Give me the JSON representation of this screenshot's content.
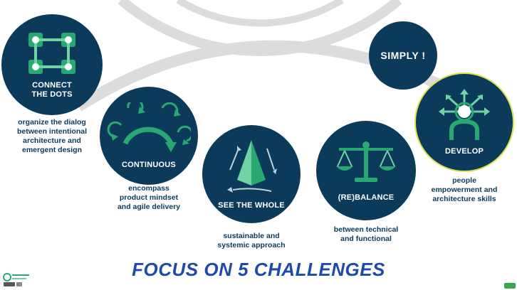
{
  "headline": "FOCUS ON 5 CHALLENGES",
  "challenges": [
    {
      "title_line1": "CONNECT",
      "title_line2": "THE DOTS",
      "icon": "connected-dots-icon",
      "caption": [
        "organize the dialog",
        "between intentional",
        "architecture and",
        "emergent design"
      ]
    },
    {
      "title_line1": "CONTINUOUS",
      "icon": "cycle-arrows-icon",
      "caption": [
        "encompass",
        "product mindset",
        "and agile delivery"
      ]
    },
    {
      "title_line1": "SEE THE WHOLE",
      "icon": "pyramid-icon",
      "caption": [
        "sustainable and",
        "systemic approach"
      ]
    },
    {
      "title_line1": "(RE)BALANCE",
      "icon": "balance-scale-icon",
      "caption": [
        "between technical",
        "and functional"
      ]
    },
    {
      "title_line1": "DEVELOP",
      "icon": "person-growth-icon",
      "caption": [
        "people",
        "empowerment and",
        "architecture skills"
      ]
    }
  ],
  "simply": {
    "label": "SIMPLY !"
  },
  "colors": {
    "circle": "#0c3a5b",
    "accent_green": "#2aa872",
    "light_green": "#6fd3a4",
    "headline_blue": "#1e4aa8",
    "arc_gray": "#d9d9d9",
    "develop_border": "#d8e24a"
  }
}
